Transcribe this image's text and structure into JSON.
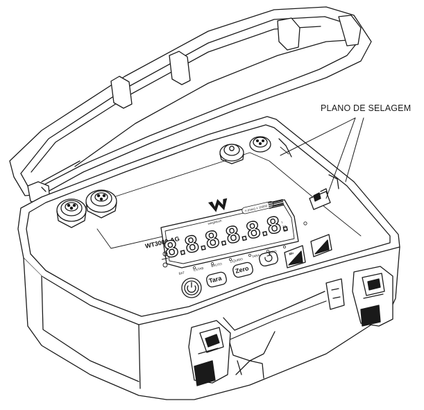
{
  "callout": {
    "label": "PLANO DE SELAGEM"
  },
  "device": {
    "brand": "weightech",
    "model": "WT3000-AG",
    "capacity_badge": "n (max) = 10000",
    "display_digits": "8.8.8.8.8.8.",
    "indicators": [
      "BAT",
      "ESTAB",
      "BRUTO",
      "LÍQUIDO",
      "TARA",
      "ZERO"
    ],
    "unit_labels": [
      "t",
      "kg",
      "lb"
    ]
  },
  "buttons": {
    "power": "power-icon",
    "tara": "Tara",
    "zero": "Zero",
    "refresh": "refresh-icon",
    "mplus": "M+",
    "print": "print-icon"
  },
  "colors": {
    "line": "#1a1a1a",
    "fill": "#ffffff",
    "shade": "#1f1f1f"
  }
}
